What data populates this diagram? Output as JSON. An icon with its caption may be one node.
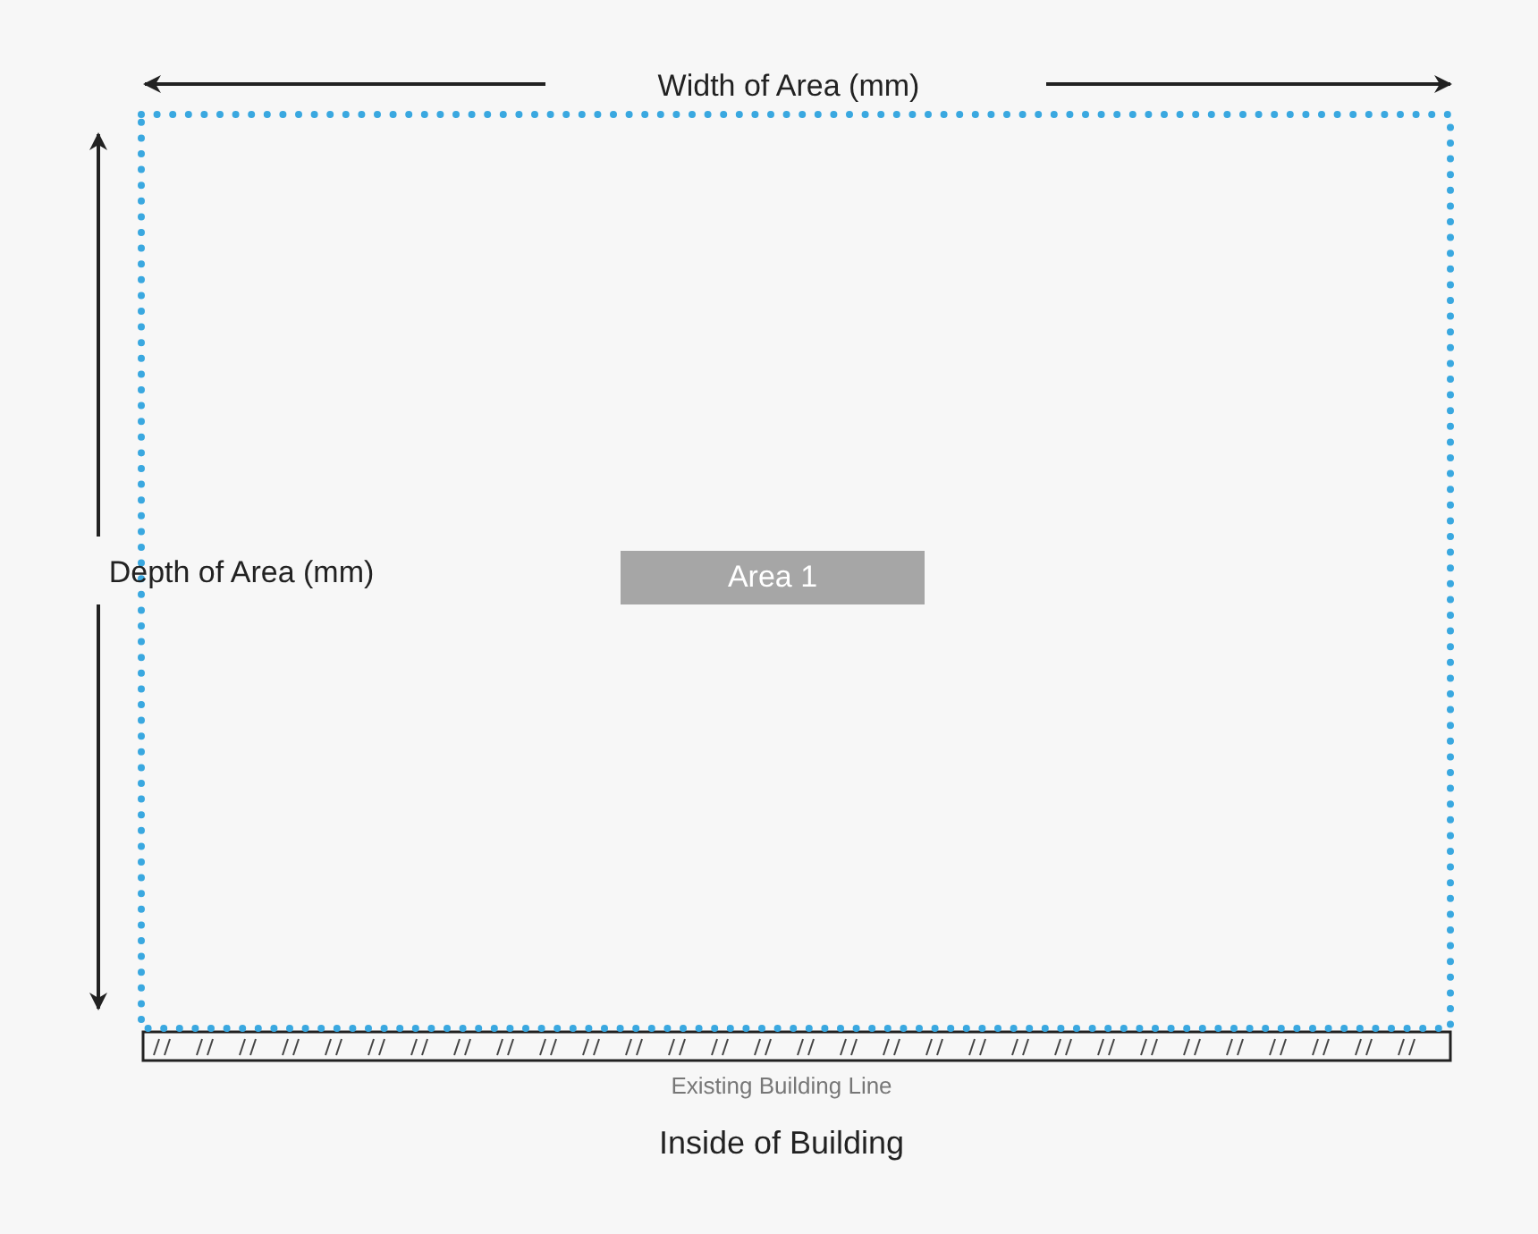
{
  "diagram": {
    "nodes": [
      {
        "text": [],
        "shape": "box"
      },
      {
        "text": [
          "Area 1"
        ],
        "in": 0
      }
    ],
    "labels": [
      "Width of Area (mm)",
      "Depth of Area (mm)",
      "Existing Building Line",
      "Inside of Building"
    ]
  }
}
